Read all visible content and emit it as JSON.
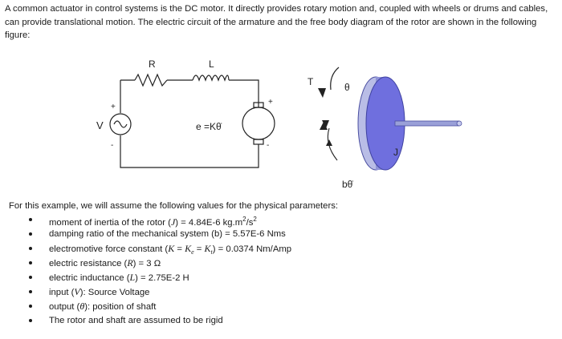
{
  "intro": "A common actuator in control systems is the DC motor. It directly provides rotary motion and, coupled with wheels or drums and cables, can provide translational motion. The electric circuit of the armature and the free body diagram of the rotor are shown in the following figure:",
  "figure": {
    "label_R": "R",
    "label_L": "L",
    "label_V": "V",
    "label_emf": "e =Kθ̇",
    "label_T": "T",
    "label_theta": "θ",
    "label_J": "J",
    "label_btheta": "bθ̇",
    "plus": "+",
    "minus": "-"
  },
  "para": "For this example, we will assume the following values for the physical parameters:",
  "params": {
    "p1_pre": "moment of inertia of the rotor (",
    "p1_sym": "J",
    "p1_post": ") = 4.84E-6 kg.m",
    "p1_sup1": "2",
    "p1_mid": "/s",
    "p1_sup2": "2",
    "p2": "damping ratio of the mechanical system (b) = 5.57E-6 Nms",
    "p3_pre": "electromotive force constant (",
    "p3_K": "K",
    "p3_eq1": " = ",
    "p3_Ke": "K",
    "p3_sub_e": "e",
    "p3_eq2": " = ",
    "p3_Kt": "K",
    "p3_sub_t": "t",
    "p3_post": ") = 0.0374 Nm/Amp",
    "p4_pre": "electric resistance (",
    "p4_sym": "R",
    "p4_post": ") = 3 Ω",
    "p5_pre": "electric inductance (",
    "p5_sym": "L",
    "p5_post": ") = 2.75E-2 H",
    "p6_pre": "input (",
    "p6_sym": "V",
    "p6_post": "): Source Voltage",
    "p7_pre": "output (",
    "p7_sym": "θ",
    "p7_post": "): position of shaft",
    "p8": "The rotor and shaft are assumed to be rigid"
  }
}
